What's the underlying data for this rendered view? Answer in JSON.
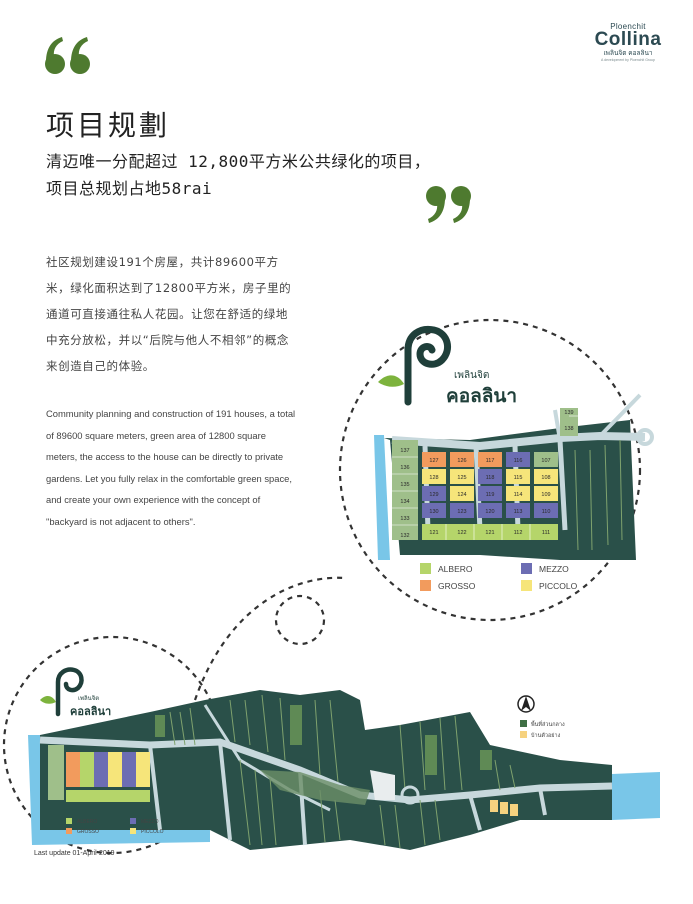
{
  "brand": {
    "top": "Ploenchit",
    "main": "Collina",
    "thai": "เพลินจิต คอลลินา",
    "tagline": "A development by Ploenchit Group"
  },
  "page": {
    "title": "项目规劃",
    "subtitle": "清迈唯一分配超过 12,800平方米公共绿化的项目，项目总规划占地58rai",
    "body_cn": "社区规划建设191个房屋，共计89600平方米，绿化面积达到了12800平方米，房子里的通道可直接通往私人花园。让您在舒适的绿地中充分放松，并以“后院与他人不相邻”的概念来创造自己的体验。",
    "body_en": "Community planning and construction of 191 houses, a total of 89600 square meters, green area of 12800 square meters, the access to the house can be directly to private gardens. Let you fully relax in the comfortable green space, and create your own experience with the concept of \"backyard is not adjacent to others\".",
    "last_update": "Last update 01-April-2019"
  },
  "map_logo": {
    "line1": "เพลินจิต",
    "line2": "คอลลินา"
  },
  "legend": {
    "items": [
      {
        "name": "ALBERO",
        "color": "#b5d56a"
      },
      {
        "name": "MEZZO",
        "color": "#6c6db3"
      },
      {
        "name": "GROSSO",
        "color": "#f29b5d"
      },
      {
        "name": "PICCOLO",
        "color": "#f6e57a"
      }
    ]
  },
  "map_legend": {
    "items": [
      {
        "name": "พื้นที่ส่วนกลาง",
        "color": "#3f6f44"
      },
      {
        "name": "บ้านตัวอย่าง",
        "color": "#f6d27f"
      }
    ]
  },
  "plots": {
    "left_col": [
      "137",
      "136",
      "135",
      "134",
      "133",
      "132"
    ],
    "row1": [
      "127",
      "126",
      "117",
      "116",
      "107"
    ],
    "row2": [
      "128",
      "125",
      "118",
      "115",
      "108"
    ],
    "row3": [
      "129",
      "124",
      "119",
      "114",
      "109"
    ],
    "row4": [
      "130",
      "123",
      "120",
      "113",
      "110"
    ],
    "bottom": [
      "121",
      "122",
      "121",
      "112",
      "111"
    ],
    "top_right": [
      "139",
      "138"
    ]
  },
  "colors": {
    "accent": "#4a7a3a",
    "dark": "#203a36",
    "water": "#79c6e8"
  }
}
